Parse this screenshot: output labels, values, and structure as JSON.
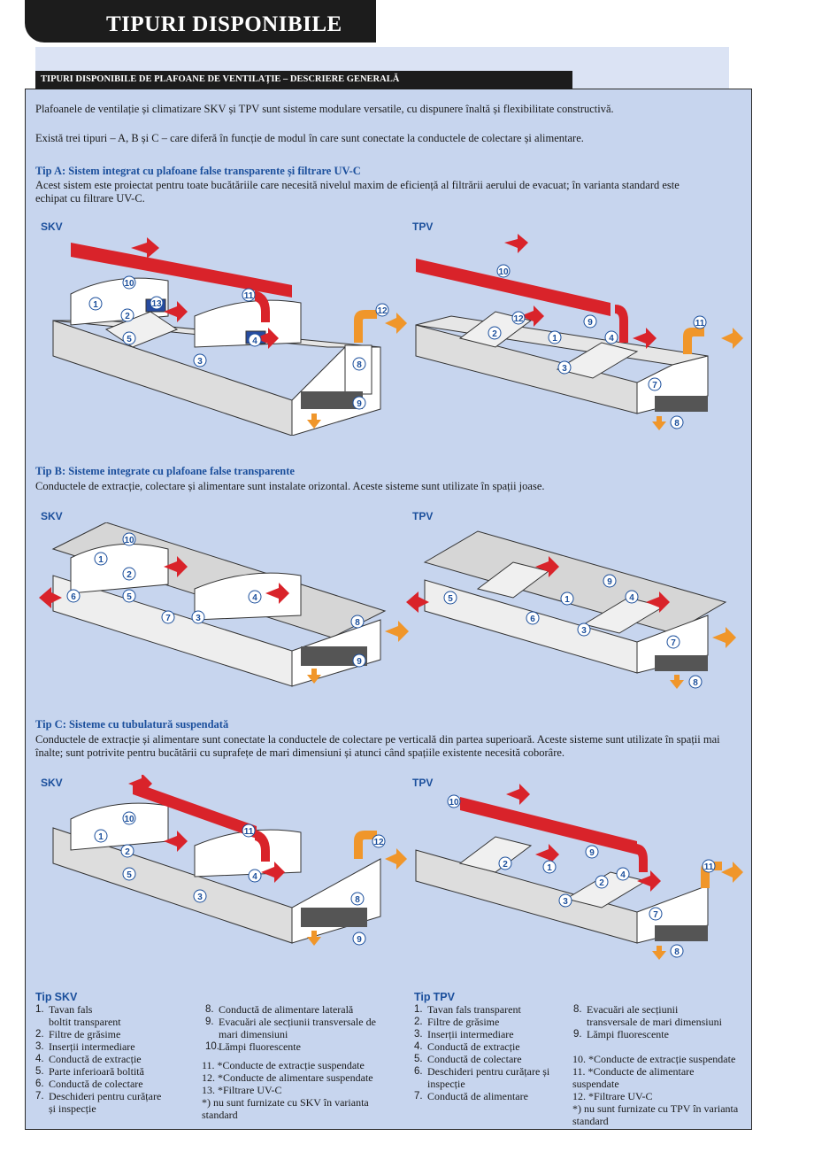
{
  "header": {
    "title": "TIPURI DISPONIBILE"
  },
  "section_bar": {
    "title": "TIPURI DISPONIBILE DE PLAFOANE DE VENTILAȚIE – DESCRIERE GENERALĂ"
  },
  "intro": [
    "Plafoanele de ventilație și climatizare SKV și TPV sunt sisteme modulare versatile, cu dispunere înaltă și flexibilitate constructivă.",
    "Există trei tipuri – A, B și C – care diferă în funcție de modul în care sunt conectate la conductele de colectare și alimentare."
  ],
  "types": [
    {
      "heading": "Tip A: Sistem integrat cu plafoane false transparente și filtrare UV-C",
      "text": "Acest sistem este proiectat pentru toate bucătăriile care necesită nivelul maxim de eficiență al filtrării aerului de evacuat; în varianta standard este echipat cu filtrare UV-C.",
      "left_label": "SKV",
      "right_label": "TPV",
      "left_numbers": [
        "10",
        "1",
        "13",
        "2",
        "5",
        "11",
        "4",
        "3",
        "12",
        "8",
        "9"
      ],
      "right_numbers": [
        "10",
        "12",
        "9",
        "2",
        "1",
        "4",
        "3",
        "11",
        "7",
        "8"
      ]
    },
    {
      "heading": "Tip B: Sisteme integrate cu plafoane false transparente",
      "text": "Conductele de extracție, colectare și alimentare sunt instalate orizontal. Aceste sisteme sunt utilizate în spații joase.",
      "left_label": "SKV",
      "right_label": "TPV",
      "left_numbers": [
        "10",
        "1",
        "2",
        "6",
        "5",
        "7",
        "3",
        "4",
        "8",
        "9"
      ],
      "right_numbers": [
        "9",
        "5",
        "1",
        "6",
        "4",
        "3",
        "7",
        "8"
      ]
    },
    {
      "heading": "Tip C: Sisteme cu tubulatură suspendată",
      "text": "Conductele de extracție și alimentare sunt conectate la conductele de colectare pe verticală din partea superioară. Aceste sisteme sunt utilizate în spații mai înalte; sunt potrivite pentru bucătării cu suprafețe de mari dimensiuni și atunci când spațiile existente necesită coborâre.",
      "left_label": "SKV",
      "right_label": "TPV",
      "left_numbers": [
        "10",
        "1",
        "11",
        "2",
        "5",
        "4",
        "3",
        "12",
        "8",
        "9"
      ],
      "right_numbers": [
        "10",
        "9",
        "2",
        "1",
        "2",
        "4",
        "11",
        "3",
        "7",
        "8"
      ]
    }
  ],
  "legend_skv": {
    "title_prefix": "Tip",
    "title_name": "SKV",
    "col1": [
      {
        "n": "1.",
        "t": "Tavan fals"
      },
      {
        "n": "",
        "t": "boltit transparent"
      },
      {
        "n": "2.",
        "t": "Filtre de grăsime"
      },
      {
        "n": "3.",
        "t": "Inserții intermediare"
      },
      {
        "n": "4.",
        "t": "Conductă de extracție"
      },
      {
        "n": "5.",
        "t": "Parte inferioară boltită"
      },
      {
        "n": "6.",
        "t": "Conductă de colectare"
      },
      {
        "n": "7.",
        "t": "Deschideri pentru curățare"
      },
      {
        "n": "",
        "t": "și inspecție"
      }
    ],
    "col2": [
      {
        "n": "8.",
        "t": "Conductă de alimentare laterală"
      },
      {
        "n": "9.",
        "t": "Evacuări ale secțiunii transversale de"
      },
      {
        "n": "",
        "t": "mari dimensiuni"
      },
      {
        "n": "10.",
        "t": "Lămpi fluorescente"
      }
    ],
    "col2_extra": [
      "11. *Conducte de extracție suspendate",
      "12. *Conducte de alimentare suspendate",
      "13. *Filtrare UV-C",
      "*) nu sunt furnizate cu SKV în varianta",
      "standard"
    ]
  },
  "legend_tpv": {
    "title_prefix": "Tip",
    "title_name": "TPV",
    "col1": [
      {
        "n": "1.",
        "t": "Tavan fals transparent"
      },
      {
        "n": "2.",
        "t": "Filtre de grăsime"
      },
      {
        "n": "3.",
        "t": "Inserții intermediare"
      },
      {
        "n": "4.",
        "t": "Conductă de extracție"
      },
      {
        "n": "5.",
        "t": "Conductă de colectare"
      },
      {
        "n": "6.",
        "t": "Deschideri pentru curățare și"
      },
      {
        "n": "",
        "t": "inspecție"
      },
      {
        "n": "7.",
        "t": "Conductă de alimentare"
      }
    ],
    "col2": [
      {
        "n": "8.",
        "t": "Evacuări ale secțiunii"
      },
      {
        "n": "",
        "t": "transversale de mari dimensiuni"
      },
      {
        "n": "9.",
        "t": "Lămpi fluorescente"
      }
    ],
    "col2_extra": [
      "10. *Conducte de extracție suspendate",
      "11. *Conducte de alimentare",
      "suspendate",
      "12. *Filtrare UV-C",
      "*) nu sunt furnizate cu TPV în varianta",
      "standard"
    ]
  },
  "colors": {
    "dark": "#1c1c1c",
    "panel": "#c7d5ee",
    "heading_blue": "#1b4f9c",
    "duct_red": "#d9232a",
    "duct_orange": "#f0962a"
  }
}
